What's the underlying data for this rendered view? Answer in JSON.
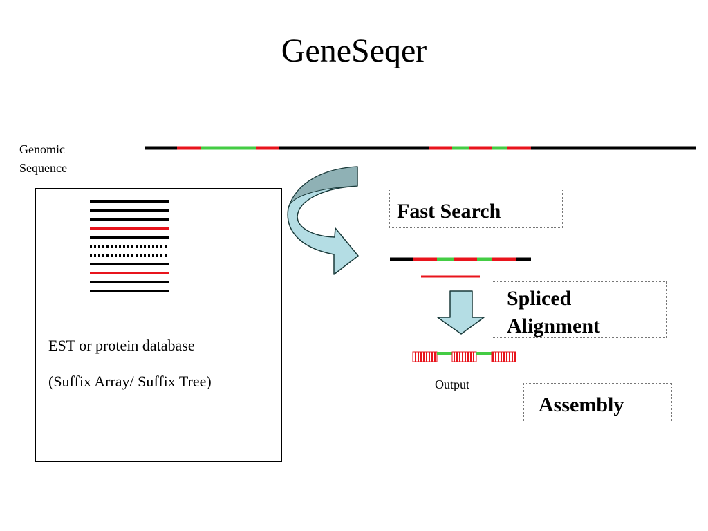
{
  "title": "GeneSeqer",
  "genomic_label": {
    "line1": "Genomic",
    "line2": "Sequence"
  },
  "database": {
    "line1": "EST or protein database",
    "line2": "(Suffix Array/ Suffix Tree)"
  },
  "steps": {
    "fast_search": "Fast Search",
    "spliced_alignment": {
      "line1": "Spliced",
      "line2": "Alignment"
    },
    "assembly": "Assembly"
  },
  "output_label": "Output",
  "colors": {
    "sequence": "#000000",
    "exon_red": "#e8141c",
    "exon_green": "#44cc44",
    "arrow_fill": "#b4dde4",
    "arrow_stroke": "#1a3a3a"
  }
}
